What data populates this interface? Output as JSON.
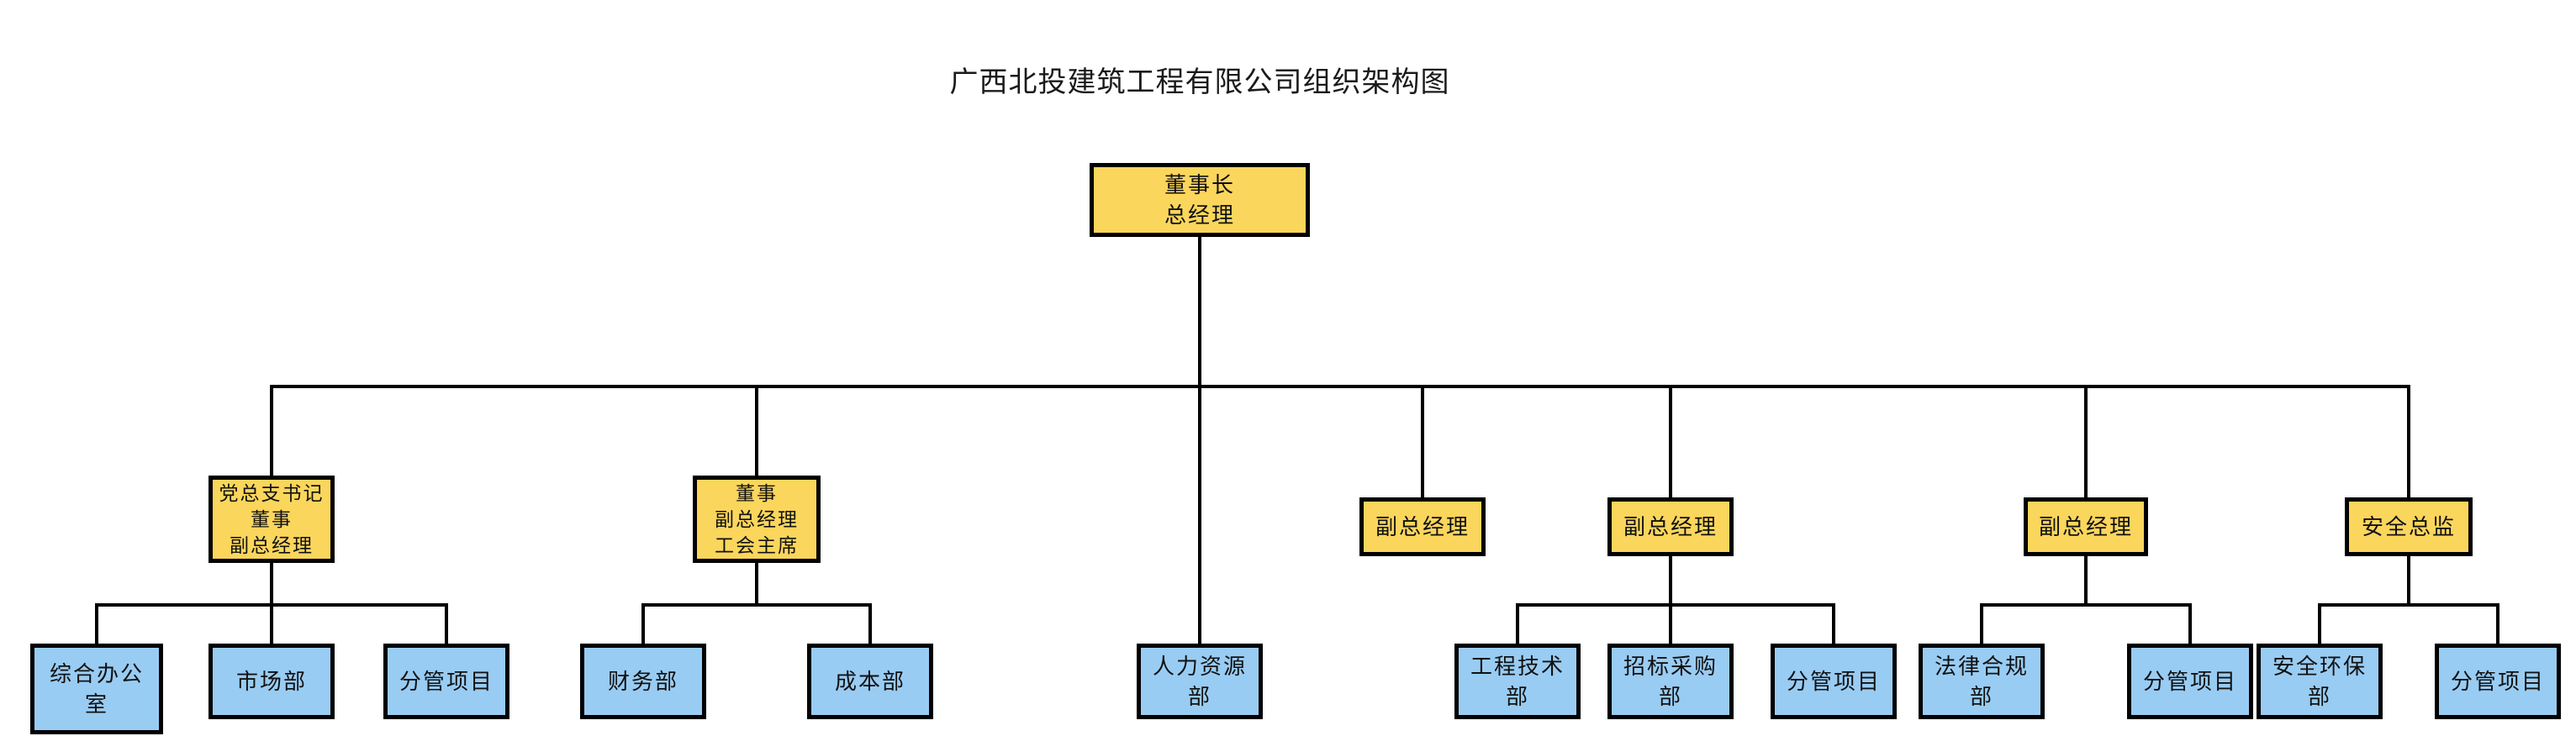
{
  "title": "广西北投建筑工程有限公司组织架构图",
  "colors": {
    "executive_fill": "#FBD65C",
    "department_fill": "#99CCF3",
    "line_color": "#000000"
  },
  "nodes": {
    "chairman": {
      "label": "董事长\n总经理",
      "type": "executive"
    },
    "party_secretary": {
      "label": "党总支书记\n董事\n副总经理",
      "type": "executive"
    },
    "director_union": {
      "label": "董事\n副总经理\n工会主席",
      "type": "executive"
    },
    "vice_gm_1": {
      "label": "副总经理",
      "type": "executive"
    },
    "vice_gm_2": {
      "label": "副总经理",
      "type": "executive"
    },
    "vice_gm_3": {
      "label": "副总经理",
      "type": "executive"
    },
    "safety_director": {
      "label": "安全总监",
      "type": "executive"
    },
    "general_office": {
      "label": "综合办公室",
      "type": "department"
    },
    "marketing": {
      "label": "市场部",
      "type": "department"
    },
    "projects_1": {
      "label": "分管项目",
      "type": "department"
    },
    "finance": {
      "label": "财务部",
      "type": "department"
    },
    "cost": {
      "label": "成本部",
      "type": "department"
    },
    "hr": {
      "label": "人力资源部",
      "type": "department"
    },
    "engineering": {
      "label": "工程技术部",
      "type": "department"
    },
    "procurement": {
      "label": "招标采购部",
      "type": "department"
    },
    "projects_2": {
      "label": "分管项目",
      "type": "department"
    },
    "legal": {
      "label": "法律合规部",
      "type": "department"
    },
    "projects_3": {
      "label": "分管项目",
      "type": "department"
    },
    "safety_env": {
      "label": "安全环保部",
      "type": "department"
    },
    "projects_4": {
      "label": "分管项目",
      "type": "department"
    }
  },
  "hierarchy": {
    "chairman": [
      "party_secretary",
      "director_union",
      "vice_gm_1",
      "vice_gm_2",
      "vice_gm_3",
      "safety_director",
      "hr"
    ],
    "party_secretary": [
      "general_office",
      "marketing",
      "projects_1"
    ],
    "director_union": [
      "finance",
      "cost"
    ],
    "vice_gm_1": [],
    "vice_gm_2": [
      "engineering",
      "procurement",
      "projects_2"
    ],
    "vice_gm_3": [
      "legal",
      "projects_3"
    ],
    "safety_director": [
      "safety_env",
      "projects_4"
    ]
  }
}
